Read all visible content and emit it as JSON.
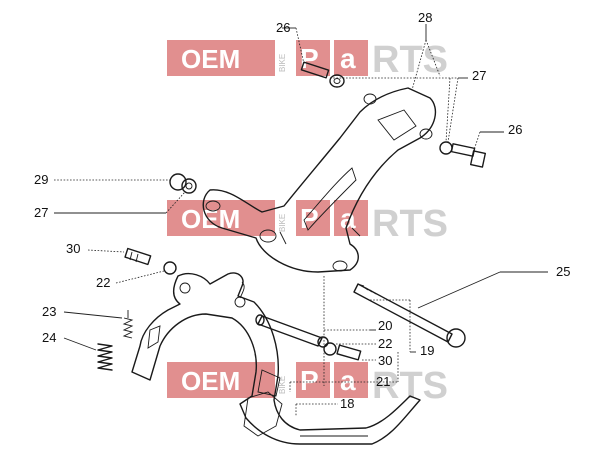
{
  "watermark": {
    "brand_left": "OEM",
    "brand_small": "BIKE",
    "brand_p": "P",
    "brand_a": "a",
    "brand_rest": "RTS"
  },
  "callouts": {
    "c26_top": "26",
    "c28": "28",
    "c27_top": "27",
    "c26_right": "26",
    "c29": "29",
    "c27_left": "27",
    "c30_left": "30",
    "c22_left": "22",
    "c25": "25",
    "c23": "23",
    "c24": "24",
    "c20": "20",
    "c22_right": "22",
    "c19": "19",
    "c30_right": "30",
    "c21": "21",
    "c18": "18"
  }
}
